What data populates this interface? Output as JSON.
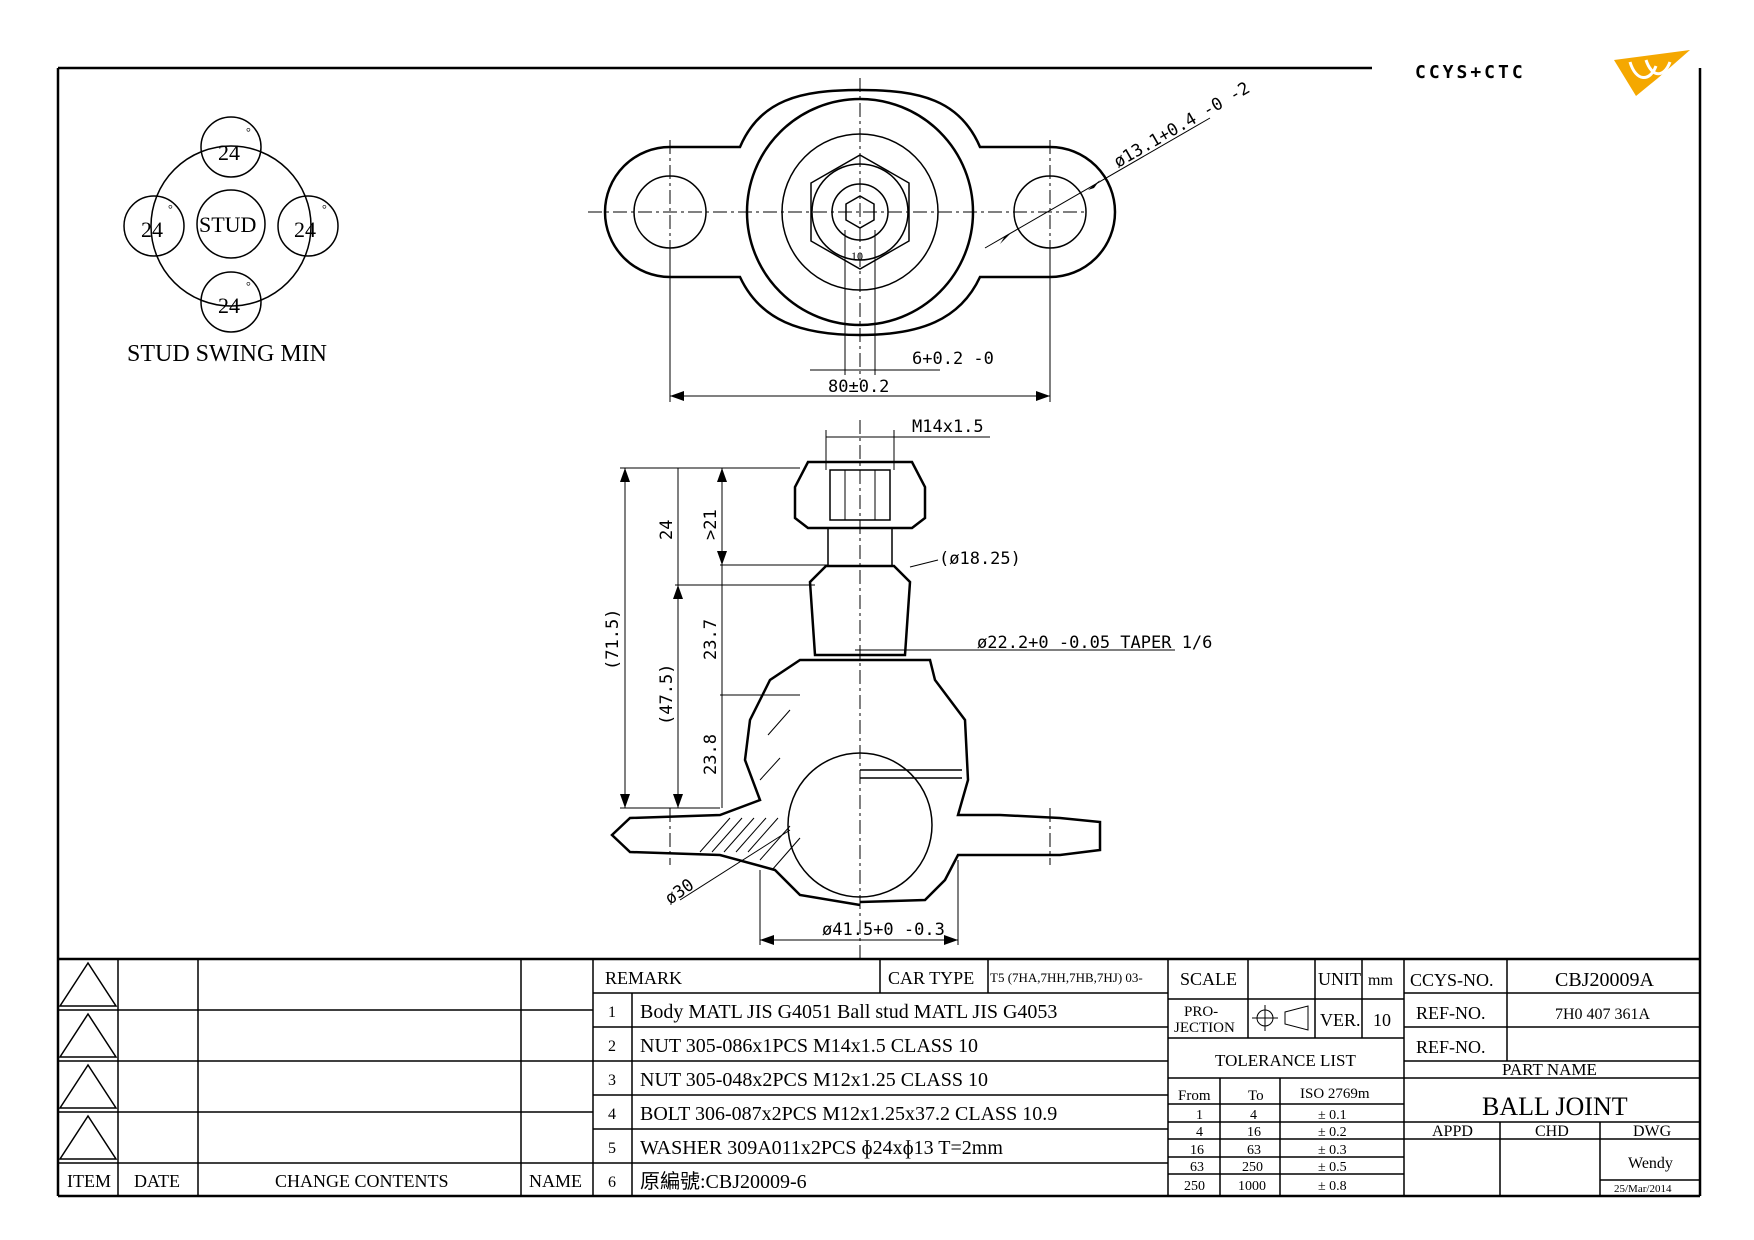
{
  "logo": {
    "text": "CCYS+CTC",
    "accent_color": "#F5A800",
    "gray_color": "#666666"
  },
  "swing": {
    "top": "24",
    "left": "24",
    "right": "24",
    "bottom": "24",
    "degree": "°",
    "center": "STUD",
    "caption": "STUD SWING MIN"
  },
  "dims": {
    "hole_dia": "ø13.1+0.4 -0 -2",
    "hex_size": "10",
    "slot": "6+0.2 -0",
    "pitch": "80±0.2",
    "thread": "M14x1.5",
    "neck_dia": "(ø18.25)",
    "taper": "ø22.2+0 -0.05 TAPER 1/6",
    "h_total": "(71.5)",
    "h_47": "(47.5)",
    "h_24": "24",
    "h_21": ">21",
    "h_237": "23.7",
    "h_238": "23.8",
    "ball_dia": "ø30",
    "body_dia": "ø41.5+0 -0.3"
  },
  "revision": {
    "headers": {
      "item": "ITEM",
      "date": "DATE",
      "contents": "CHANGE CONTENTS",
      "name": "NAME"
    }
  },
  "remark": {
    "label": "REMARK",
    "car_type_label": "CAR TYPE",
    "car_type": "T5 (7HA,7HH,7HB,7HJ) 03-",
    "items": [
      {
        "no": "1",
        "text": "Body MATL JIS G4051     Ball stud MATL JIS G4053"
      },
      {
        "no": "2",
        "text": "NUT 305-086x1PCS M14x1.5 CLASS 10"
      },
      {
        "no": "3",
        "text": "NUT 305-048x2PCS M12x1.25 CLASS 10"
      },
      {
        "no": "4",
        "text": "BOLT 306-087x2PCS M12x1.25x37.2 CLASS 10.9"
      },
      {
        "no": "5",
        "text": "WASHER 309A011x2PCS  ɸ24xɸ13 T=2mm"
      },
      {
        "no": "6",
        "text": "原編號:CBJ20009-6"
      }
    ]
  },
  "meta": {
    "scale_label": "SCALE",
    "unit_label": "UNIT",
    "unit": "mm",
    "projection_l1": "PRO-",
    "projection_l2": "JECTION",
    "ver_label": "VER.",
    "ver": "10",
    "tolerance_title": "TOLERANCE LIST",
    "tol_headers": {
      "from": "From",
      "to": "To",
      "iso": "ISO 2769m"
    },
    "tolerances": [
      {
        "from": "1",
        "to": "4",
        "tol": "± 0.1"
      },
      {
        "from": "4",
        "to": "16",
        "tol": "± 0.2"
      },
      {
        "from": "16",
        "to": "63",
        "tol": "± 0.3"
      },
      {
        "from": "63",
        "to": "250",
        "tol": "± 0.5"
      },
      {
        "from": "250",
        "to": "1000",
        "tol": "± 0.8"
      }
    ]
  },
  "title_block": {
    "ccys_label": "CCYS-NO.",
    "ccys_no": "CBJ20009A",
    "ref_label": "REF-NO.",
    "ref_no": "7H0 407 361A",
    "ref_label2": "REF-NO.",
    "ref_no2": "",
    "part_name_label": "PART NAME",
    "part_name": "BALL JOINT",
    "appd": "APPD",
    "chd": "CHD",
    "dwg": "DWG",
    "drawn_by": "Wendy",
    "date": "25/Mar/2014"
  }
}
